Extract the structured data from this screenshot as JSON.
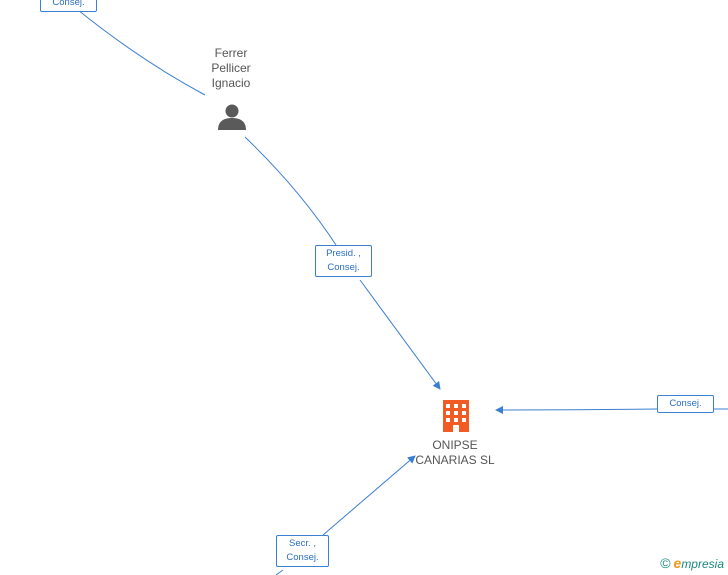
{
  "colors": {
    "edge": "#3b7fd1",
    "company_icon": "#f25c24",
    "person_icon": "#5a5a5a"
  },
  "nodes": {
    "person": {
      "name_lines": [
        "Ferrer",
        "Pellicer",
        "Ignacio"
      ],
      "icon": "person-icon"
    },
    "company": {
      "name_lines": [
        "ONIPSE",
        "CANARIAS SL"
      ],
      "icon": "building-icon"
    }
  },
  "edges": {
    "top_left": {
      "label_lines": [
        "Consej."
      ]
    },
    "person_to_company": {
      "label_lines": [
        "Presid. ,",
        "Consej."
      ]
    },
    "right_to_company": {
      "label_lines": [
        "Consej."
      ]
    },
    "bottom_to_company": {
      "label_lines": [
        "Secr. ,",
        "Consej."
      ]
    }
  },
  "brand": {
    "copyright": "©",
    "first": "e",
    "rest": "mpresia"
  }
}
